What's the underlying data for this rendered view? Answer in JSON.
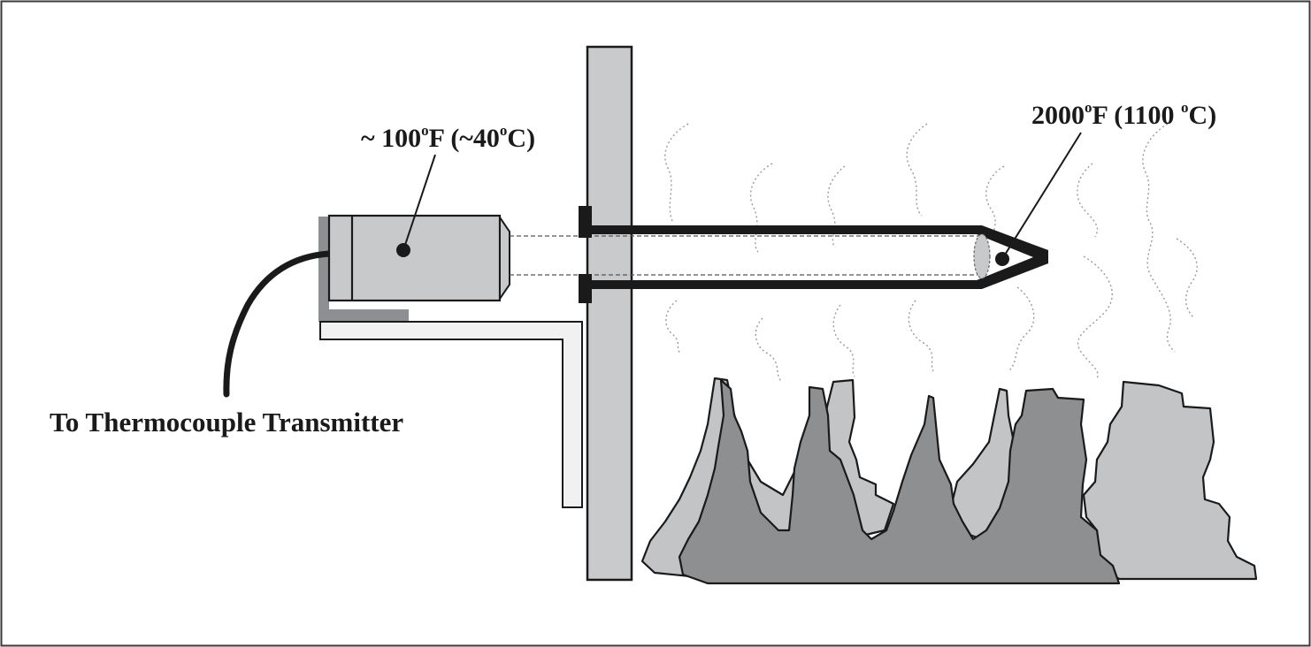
{
  "labels": {
    "sensor_temp": {
      "tilde": "~ ",
      "num": "100",
      "deg": "o",
      "unit": "F (~40",
      "deg2": "o",
      "end": "C)"
    },
    "tip_temp": {
      "num": "2000",
      "deg": "o",
      "unit": "F (1100 ",
      "deg2": "o",
      "end": "C)"
    },
    "transmitter": "To Thermocouple Transmitter"
  },
  "colors": {
    "outline": "#1a1a1a",
    "housing_gray": "#c8c9cb",
    "wall_gray": "#c9cacc",
    "bracket_fill": "#f1f1f1",
    "bracket_shadow": "#8e8f92",
    "flame_light": "#c3c4c6",
    "flame_dark": "#8e8f91",
    "heat_wave": "#9a9a9a"
  },
  "icons": [
    "sensor-housing-icon",
    "thermowell-icon",
    "flame-icon",
    "heat-wave-icon",
    "cable-icon"
  ]
}
